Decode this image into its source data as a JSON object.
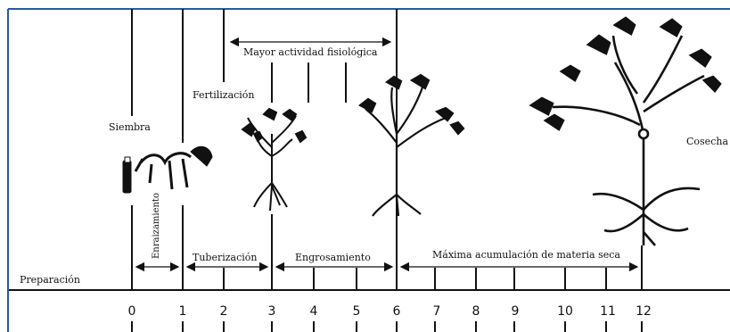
{
  "diagram": {
    "stage_labels": {
      "preparacion": "Preparación",
      "siembra": "Siembra",
      "fertilizacion": "Fertilización",
      "mayor_actividad": "Mayor actividad fisiológica",
      "enraizamiento": "Enraizamiento",
      "tuberizacion": "Tuberización",
      "engrosamiento": "Engrosamiento",
      "maxima_acumulacion": "Máxima acumulación de materia seca",
      "cosecha": "Cosecha"
    },
    "axis_ticks": [
      "0",
      "1",
      "2",
      "3",
      "4",
      "5",
      "6",
      "7",
      "8",
      "9",
      "10",
      "11",
      "12"
    ]
  }
}
